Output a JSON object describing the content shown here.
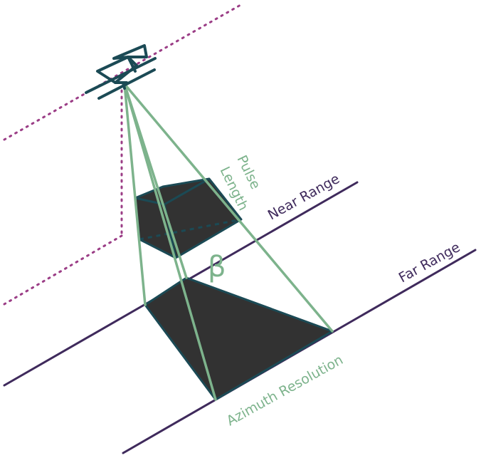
{
  "labels": {
    "pulse_line1": "Pulse",
    "pulse_line2": "Length",
    "near_range": "Near Range",
    "far_range": "Far Range",
    "beta": "β",
    "azimuth_resolution": "Azimuth Resolution"
  },
  "colors": {
    "range_line": "#3f2a5c",
    "beam": "#7db38c",
    "flight_path": "#9b3d86",
    "footprint_fill": "#323232",
    "footprint_edge": "#1b4a55",
    "satellite": "#1b4a55"
  },
  "icons": {
    "satellite": "satellite-icon"
  }
}
